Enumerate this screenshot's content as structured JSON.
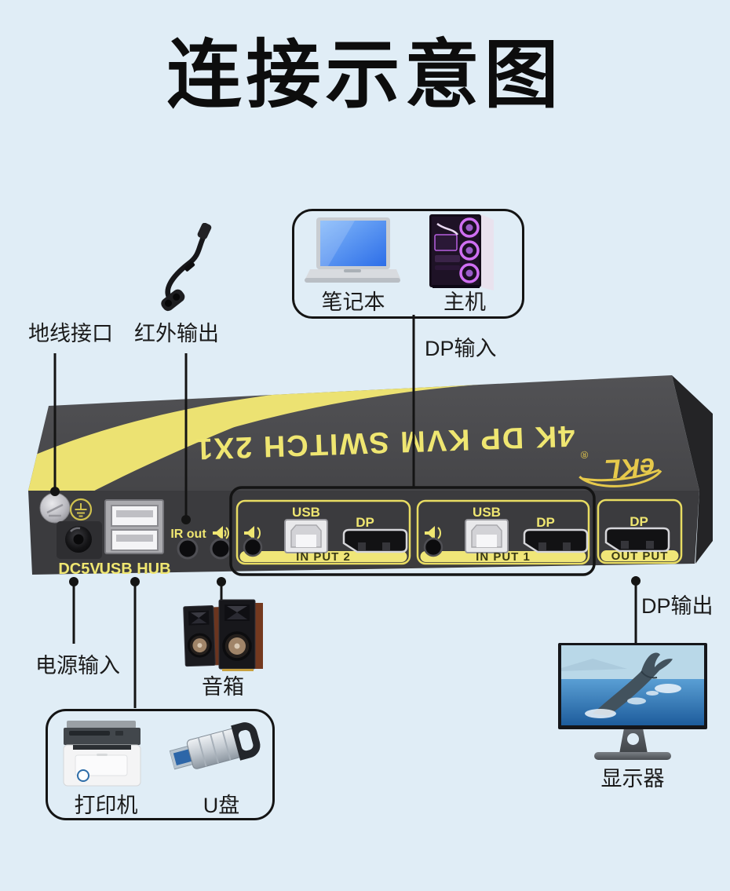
{
  "title": "连接示意图",
  "source_box": {
    "laptop_label": "笔记本",
    "host_label": "主机"
  },
  "annotations": {
    "ground_port": "地线接口",
    "ir_output": "红外输出",
    "dp_input": "DP输入",
    "power_input": "电源输入",
    "speakers": "音箱",
    "printer": "打印机",
    "usb_drive": "U盘",
    "dp_output": "DP输出",
    "monitor": "显示器"
  },
  "device": {
    "model_text": "4K DP KVM SWITCH 2X1",
    "brand": "eKL",
    "trademark": "®",
    "panel": {
      "dc_label": "DC5V",
      "usb_hub_label": "USB HUB",
      "ir_out_label": "IR out",
      "input2": {
        "usb_label": "USB",
        "dp_label": "DP",
        "name": "IN PUT 2"
      },
      "input1": {
        "usb_label": "USB",
        "dp_label": "DP",
        "name": "IN PUT 1"
      },
      "output": {
        "dp_label": "DP",
        "name": "OUT PUT"
      }
    }
  },
  "colors": {
    "background": "#e0edf6",
    "device_yellow": "#efe671",
    "line_black": "#141414"
  }
}
